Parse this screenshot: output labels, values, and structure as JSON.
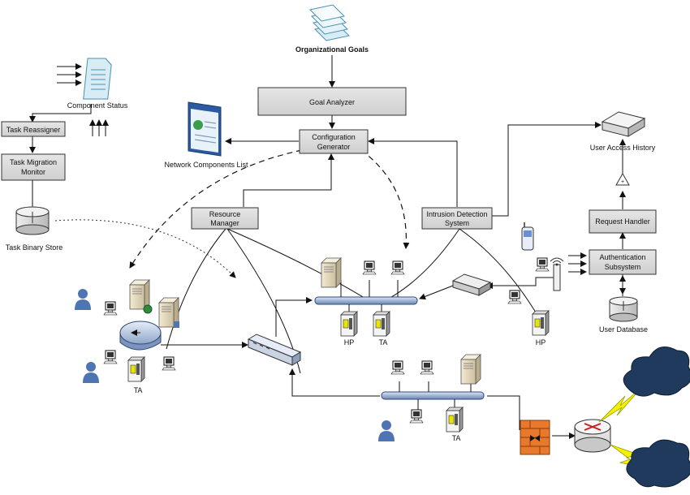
{
  "top": {
    "goals": "Organizational Goals"
  },
  "boxes": {
    "goal_analyzer": "Goal Analyzer",
    "config_generator_1": "Configuration",
    "config_generator_2": "Generator",
    "task_reassigner": "Task Reassigner",
    "task_migration_1": "Task Migration",
    "task_migration_2": "Monitor",
    "resource_manager_1": "Resource",
    "resource_manager_2": "Manager",
    "ids_1": "Intrusion Detection",
    "ids_2": "System",
    "request_handler": "Request Handler",
    "auth_1": "Authentication",
    "auth_2": "Subsystem"
  },
  "labels": {
    "component_status": "Component Status",
    "network_components_list": "Network Components List",
    "task_binary_store": "Task Binary Store",
    "user_access_history": "User Access History",
    "user_database": "User Database",
    "ta": "TA",
    "hp": "HP"
  },
  "colors": {
    "box_fill": "#d9d9d9",
    "bus_fill": "#aebfd9",
    "cloud": "#1f3a5c",
    "lightning": "#f2f200",
    "firewall": "#e8782c"
  }
}
